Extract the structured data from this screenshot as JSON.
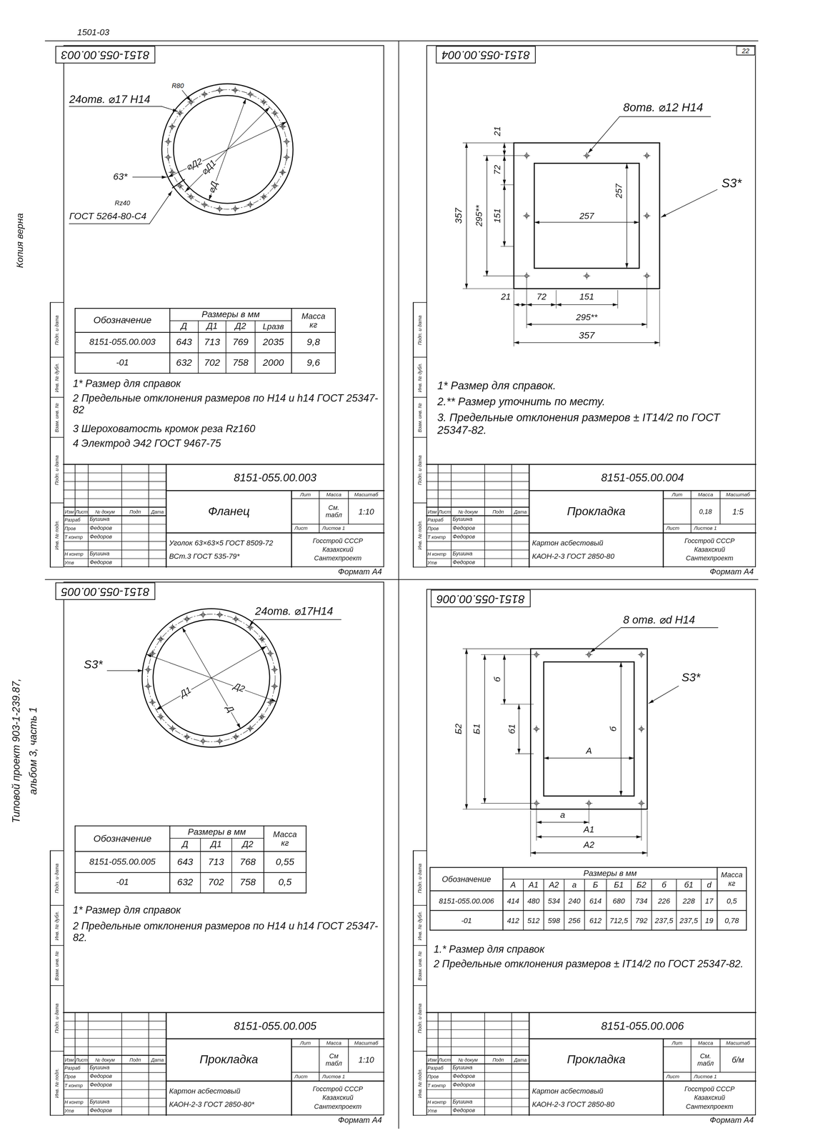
{
  "diagram": {
    "nodes": [
      {
        "text": [
          "Формат А4"
        ]
      },
      {
        "text": [
          "8151-055.00.003"
        ],
        "in": 0
      },
      {
        "text": [
          "Формат А4"
        ]
      },
      {
        "text": [
          "8151-055.00.004"
        ],
        "in": 2
      },
      {
        "text": [
          "22"
        ],
        "in": 2
      },
      {
        "text": [
          "Формат А4"
        ]
      },
      {
        "text": [
          "8151-055.00.005"
        ],
        "in": 5
      },
      {
        "text": [
          "Формат А4"
        ]
      },
      {
        "text": [
          "8151-055.00.006"
        ],
        "in": 7
      }
    ],
    "labels": [
      "1501-03",
      "Копия верна",
      "Типовой проект 903-1-239.87,",
      "альбом 3, часть 1",
      "Подп. и дата",
      "Инв. № дубл.",
      "Взам. инв. №",
      "Подп. и дата",
      "Инв. № подл.",
      "24отв. ⌀17 H14",
      "R80",
      "63*",
      "⌀Д",
      "⌀Д1",
      "⌀Д2",
      "ГОСТ 5264-80-С4",
      "Rz40",
      "Обозначение",
      "Размеры в мм",
      "Д",
      "Д1",
      "Д2",
      "Lразв",
      "Масса кг",
      "8151-055.00.003",
      "643",
      "713",
      "769",
      "2035",
      "9,8",
      "-01",
      "632",
      "702",
      "758",
      "2000",
      "9,6",
      "1* Размер для справок",
      "2 Предельные отклонения размеров по H14 и h14 ГОСТ 25347-82",
      "3 Шероховатость кромок реза Rz160",
      "4 Электрод Э42 ГОСТ 9467-75",
      "8151-055.00.003",
      "Фланец",
      "Лит",
      "Масса",
      "Масштаб",
      "См. табл",
      "1:10",
      "Лист",
      "Листов 1",
      "Изм",
      "Лист",
      "№ докум",
      "Подп",
      "Дата",
      "Разраб",
      "Бушина",
      "Пров",
      "Федоров",
      "Т контр",
      "Федоров",
      "Н контр",
      "Бушина",
      "Утв",
      "Федоров",
      "Уголок 63×63×5 ГОСТ 8509-72",
      "ВСт.3 ГОСТ 535-79*",
      "Госстрой СССР",
      "Казахский",
      "Сантехпроект",
      "Подп. и дата",
      "Инв. № дубл.",
      "Взам. инв. №",
      "Подп. и дата",
      "Инв. № подл.",
      "8отв. ⌀12 H14",
      "21",
      "72",
      "151",
      "295**",
      "357",
      "S3*",
      "257",
      "257",
      "21",
      "72",
      "151",
      "295**",
      "357",
      "1* Размер для справок.",
      "2.** Размер уточнить по месту.",
      "3. Предельные отклонения размеров ± IT14/2 по ГОСТ 25347-82.",
      "8151-055.00.004",
      "Прокладка",
      "Лит",
      "Масса",
      "Масштаб",
      "0,18",
      "1:5",
      "Лист",
      "Листов 1",
      "Изм",
      "Лист",
      "№ докум",
      "Подп",
      "Дата",
      "Разраб",
      "Бушина",
      "Пров",
      "Федоров",
      "Т контр",
      "Федоров",
      "Н контр",
      "Бушина",
      "Утв",
      "Федоров",
      "Картон асбестовый",
      "КАОН-2-3 ГОСТ 2850-80",
      "Госстрой СССР",
      "Казахский",
      "Сантехпроект",
      "Подп. и дата",
      "Инв. № дубл.",
      "Взам. инв. №",
      "Подп. и дата",
      "Инв. № подл.",
      "24отв. ⌀17H14",
      "S3*",
      "Д1",
      "Д2",
      "Д",
      "Обозначение",
      "Размеры в мм",
      "Д",
      "Д1",
      "Д2",
      "Масса кг",
      "8151-055.00.005",
      "643",
      "713",
      "768",
      "0,55",
      "-01",
      "632",
      "702",
      "758",
      "0,5",
      "1* Размер для справок",
      "2 Предельные отклонения размеров по H14 и h14 ГОСТ 25347-82.",
      "8151-055.00.005",
      "Прокладка",
      "Лит",
      "Масса",
      "Масштаб",
      "См табл",
      "1:10",
      "Лист",
      "Листов 1",
      "Изм",
      "Лист",
      "№ докум",
      "Подп",
      "Дата",
      "Разраб",
      "Бушина",
      "Пров",
      "Федоров",
      "Т контр",
      "Федоров",
      "Н контр",
      "Бушина",
      "Утв",
      "Федоров",
      "Картон асбестовый",
      "КАОН-2-3 ГОСТ 2850-80*",
      "Госстрой СССР",
      "Казахский",
      "Сантехпроект",
      "Подп. и дата",
      "Инв. № дубл.",
      "Взам. инв. №",
      "Подп. и дата",
      "Инв. № подл.",
      "8 отв. ⌀d H14",
      "S3*",
      "Б2",
      "Б1",
      "б",
      "б1",
      "б",
      "А",
      "а",
      "А1",
      "А2",
      "Обозначение",
      "Размеры в мм",
      "А",
      "А1",
      "А2",
      "а",
      "Б",
      "Б1",
      "Б2",
      "б",
      "б1",
      "d",
      "Масса кг",
      "8151-055.00.006",
      "414",
      "480",
      "534",
      "240",
      "614",
      "680",
      "734",
      "226",
      "228",
      "17",
      "0,5",
      "-01",
      "412",
      "512",
      "598",
      "256",
      "612",
      "712,5",
      "792",
      "237,5",
      "237,5",
      "19",
      "0,78",
      "1.* Размер для справок",
      "2 Предельные отклонения размеров ± IT14/2 по ГОСТ 25347-82.",
      "8151-055.00.006",
      "Прокладка",
      "Лит",
      "Масса",
      "Масштаб",
      "См. табл",
      "б/м",
      "Лист",
      "Листов 1",
      "Изм",
      "Лист",
      "№ докум",
      "Подп",
      "Дата",
      "Разраб",
      "Бушина",
      "Пров",
      "Федоров",
      "Т контр",
      "Федоров",
      "Н контр",
      "Бушина",
      "Утв",
      "Федоров",
      "Картон асбестовый",
      "КАОН-2-3 ГОСТ 2850-80",
      "Госстрой СССР",
      "Казахский",
      "Сантехпроект"
    ]
  }
}
